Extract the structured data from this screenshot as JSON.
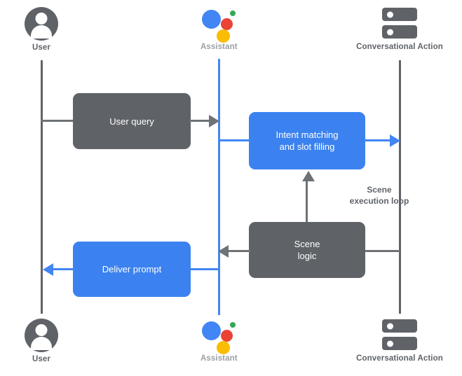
{
  "diagram": {
    "title": "Conversational Action scene execution sequence diagram",
    "colors": {
      "gray": "#5f6368",
      "blue": "#4285f4",
      "box_blue": "#3b82f0",
      "line_gray": "#6e7276",
      "assistant_label": "#9aa0a6",
      "ga_blue": "#4285f4",
      "ga_red": "#ea4335",
      "ga_green": "#34a853",
      "ga_yellow": "#fbbc05",
      "background": "#ffffff"
    },
    "actors": [
      {
        "id": "user-top",
        "label": "User",
        "icon": "person-avatar-icon",
        "lifeline_color": "#5f6368"
      },
      {
        "id": "assistant-top",
        "label": "Assistant",
        "icon": "google-assistant-icon",
        "lifeline_color": "#4285f4"
      },
      {
        "id": "action-top",
        "label": "Conversational Action",
        "icon": "server-stack-icon",
        "lifeline_color": "#5f6368"
      },
      {
        "id": "user-bottom",
        "label": "User",
        "icon": "person-avatar-icon",
        "lifeline_color": "#5f6368"
      },
      {
        "id": "assistant-bottom",
        "label": "Assistant",
        "icon": "google-assistant-icon",
        "lifeline_color": "#4285f4"
      },
      {
        "id": "action-bottom",
        "label": "Conversational Action",
        "icon": "server-stack-icon",
        "lifeline_color": "#5f6368"
      }
    ],
    "steps": [
      {
        "id": "user-query",
        "label": "User query",
        "color": "gray"
      },
      {
        "id": "intent-match",
        "label": "Intent matching\nand slot filling",
        "color": "blue"
      },
      {
        "id": "scene-logic",
        "label": "Scene\nlogic",
        "color": "gray"
      },
      {
        "id": "deliver-prompt",
        "label": "Deliver prompt",
        "color": "blue"
      }
    ],
    "annotations": [
      {
        "id": "scene-execution-loop",
        "label": "Scene\nexecution loop",
        "color": "#5f6368"
      }
    ],
    "step_labels": {
      "user_query": "User query",
      "intent_matching_line1": "Intent matching",
      "intent_matching_line2": "and slot filling",
      "scene_logic_line1": "Scene",
      "scene_logic_line2": "logic",
      "deliver_prompt": "Deliver prompt",
      "loop_line1": "Scene",
      "loop_line2": "execution loop"
    },
    "actor_labels": {
      "user": "User",
      "assistant": "Assistant",
      "conversational_action": "Conversational Action"
    }
  }
}
